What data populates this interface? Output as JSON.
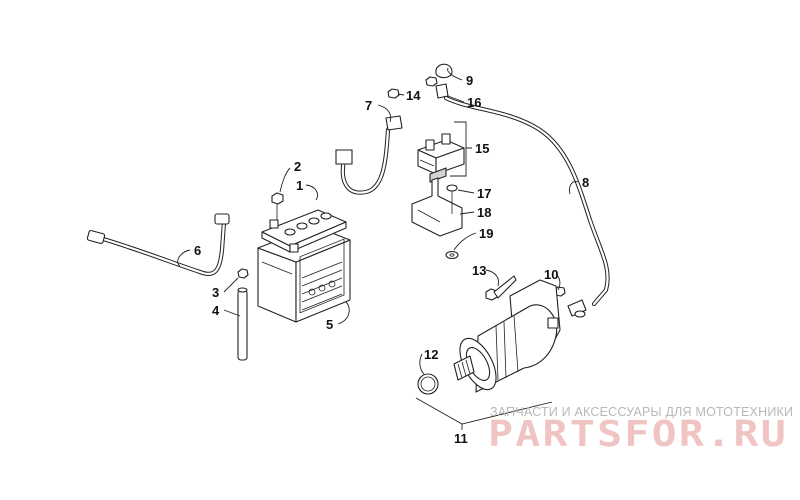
{
  "callouts": [
    {
      "id": "1",
      "label": "1"
    },
    {
      "id": "2",
      "label": "2"
    },
    {
      "id": "3",
      "label": "3"
    },
    {
      "id": "4",
      "label": "4"
    },
    {
      "id": "5",
      "label": "5"
    },
    {
      "id": "6",
      "label": "6"
    },
    {
      "id": "7",
      "label": "7"
    },
    {
      "id": "8",
      "label": "8"
    },
    {
      "id": "9",
      "label": "9"
    },
    {
      "id": "10",
      "label": "10"
    },
    {
      "id": "11",
      "label": "11"
    },
    {
      "id": "12",
      "label": "12"
    },
    {
      "id": "13",
      "label": "13"
    },
    {
      "id": "14",
      "label": "14"
    },
    {
      "id": "15",
      "label": "15"
    },
    {
      "id": "16",
      "label": "16"
    },
    {
      "id": "17",
      "label": "17"
    },
    {
      "id": "18",
      "label": "18"
    },
    {
      "id": "19",
      "label": "19"
    }
  ],
  "watermark": {
    "subtitle": "ЗАПЧАСТИ И АКСЕССУАРЫ ДЛЯ МОТОТЕХНИКИ",
    "brand": "PARTSFOR.RU"
  },
  "colors": {
    "line": "#222222",
    "watermark_brand": "#f1c4c4",
    "watermark_text": "#b8b8b8"
  }
}
